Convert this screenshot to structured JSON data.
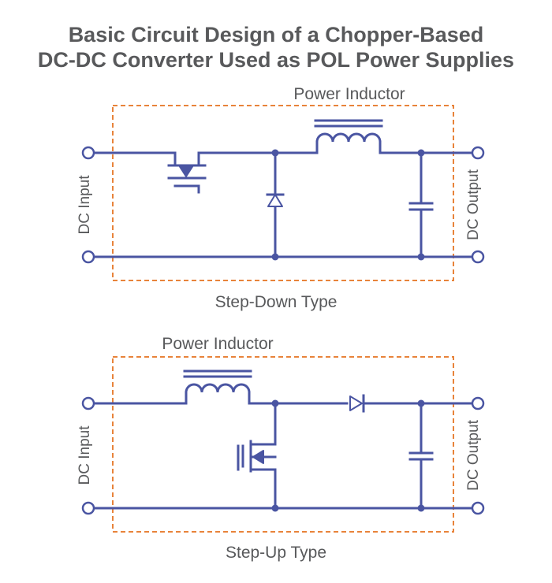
{
  "title": {
    "line1": "Basic Circuit Design of a Chopper-Based",
    "line2": "DC-DC Converter Used as POL Power Supplies"
  },
  "step_down": {
    "inductor_label": "Power Inductor",
    "input_label": "DC Input",
    "output_label": "DC Output",
    "caption": "Step-Down Type"
  },
  "step_up": {
    "inductor_label": "Power Inductor",
    "input_label": "DC Input",
    "output_label": "DC Output",
    "caption": "Step-Up Type"
  },
  "colors": {
    "wire": "#4a55a2",
    "box": "#e8833a",
    "text": "#58595b"
  }
}
